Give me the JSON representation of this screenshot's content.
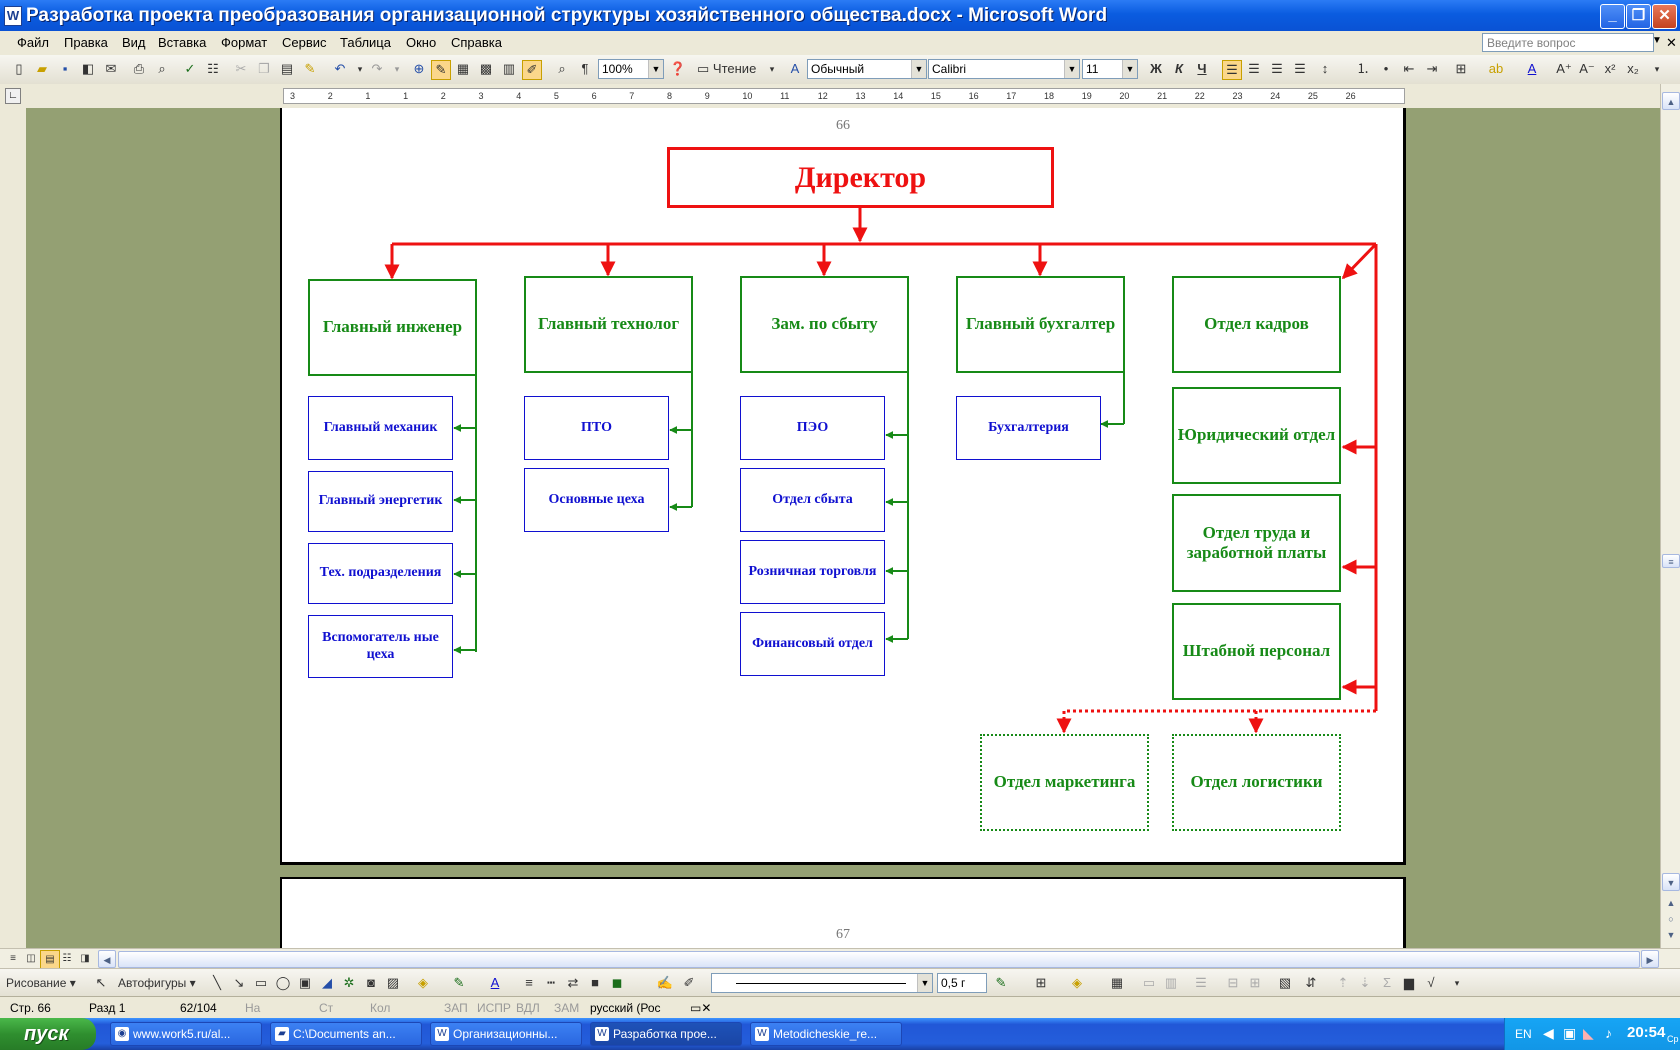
{
  "window": {
    "title": "Разработка проекта преобразования организационной структуры хозяйственного общества.docx - Microsoft Word",
    "help_placeholder": "Введите вопрос"
  },
  "menu": {
    "items": [
      "Файл",
      "Правка",
      "Вид",
      "Вставка",
      "Формат",
      "Сервис",
      "Таблица",
      "Окно",
      "Справка"
    ]
  },
  "toolbar": {
    "zoom": "100%",
    "reading_label": "Чтение",
    "style": "Обычный",
    "font": "Calibri",
    "size": "11",
    "bold": "Ж",
    "italic": "К",
    "underline": "Ч"
  },
  "ruler": {
    "ticks": [
      "3",
      "2",
      "1",
      "1",
      "2",
      "3",
      "4",
      "5",
      "6",
      "7",
      "8",
      "9",
      "10",
      "11",
      "12",
      "13",
      "14",
      "15",
      "16",
      "17",
      "18",
      "19",
      "20",
      "21",
      "22",
      "23",
      "24",
      "25",
      "26"
    ]
  },
  "document": {
    "page1_number": "66",
    "page2_number": "67"
  },
  "org": {
    "director": "Директор",
    "departments": {
      "chief_engineer": "Главный инженер",
      "chief_technologist": "Главный технолог",
      "deputy_sales": "Зам. по сбыту",
      "chief_accountant": "Главный бухгалтер",
      "hr": "Отдел кадров"
    },
    "engineer_units": [
      "Главный механик",
      "Главный энергетик",
      "Тех. подразделения",
      "Вспомогатель ные цеха"
    ],
    "technologist_units": [
      "ПТО",
      "Основные цеха"
    ],
    "sales_units": [
      "ПЭО",
      "Отдел сбыта",
      "Розничная торговля",
      "Финансовый отдел"
    ],
    "accounting_units": [
      "Бухгалтерия"
    ],
    "right_units": [
      "Юридический отдел",
      "Отдел труда и заработной платы",
      "Штабной персонал"
    ],
    "planned_units": [
      "Отдел маркетинга",
      "Отдел логистики"
    ]
  },
  "drawing": {
    "draw_label": "Рисование",
    "autoshapes_label": "Автофигуры",
    "line_weight": "0,5 г"
  },
  "status": {
    "page": "Стр. 66",
    "section": "Разд 1",
    "pages": "62/104",
    "at": "На",
    "line": "Ст",
    "col": "Кол",
    "rec": "ЗАП",
    "trk": "ИСПР",
    "ext": "ВДЛ",
    "ovr": "ЗАМ",
    "language": "русский (Рос"
  },
  "taskbar": {
    "start": "пуск",
    "tasks": [
      "www.work5.ru/al...",
      "C:\\Documents an...",
      "Организационны...",
      "Разработка прое...",
      "Metodicheskie_re..."
    ],
    "lang": "EN",
    "time": "20:54",
    "day": "Ср"
  },
  "colors": {
    "director_red": "#ee1111",
    "dept_green": "#178a17",
    "unit_blue": "#1010d0",
    "doc_background": "#94a073"
  }
}
